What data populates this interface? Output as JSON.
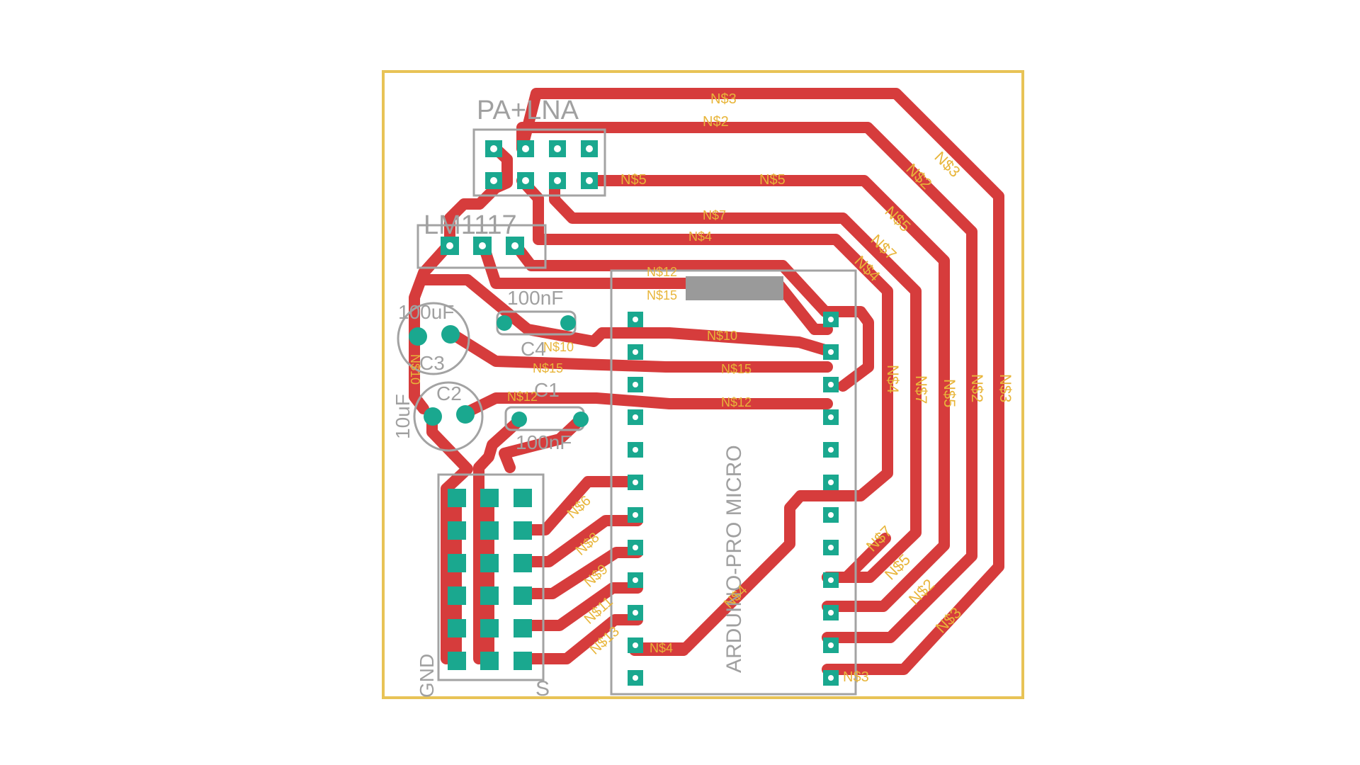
{
  "colors": {
    "background": "#ffffff",
    "board_outline": "#e8c356",
    "trace": "#d63c3c",
    "pad": "#1aa88f",
    "silkscreen": "#a3a3a3",
    "net_label": "#e8b53a",
    "keepout": "#9a9a9a"
  },
  "components": {
    "pa_lna": "PA+LNA",
    "regulator": "LM1117",
    "arduino": "ARDUINO-PRO MICRO",
    "c1_name": "C1",
    "c1_value": "100nF",
    "c2_name": "C2",
    "c2_value": "10uF",
    "c3_name": "C3",
    "c3_value": "100uF",
    "c4_name": "C4",
    "c4_value": "100nF",
    "header_gnd": "GND",
    "header_s": "S"
  },
  "nets": {
    "n2": "N$2",
    "n3": "N$3",
    "n4": "N$4",
    "n5": "N$5",
    "n6": "N$6",
    "n7": "N$7",
    "n8": "N$8",
    "n9": "N$9",
    "n10": "N$10",
    "n11": "N$11",
    "n12": "N$12",
    "n13": "N$13",
    "n15": "N$15"
  }
}
